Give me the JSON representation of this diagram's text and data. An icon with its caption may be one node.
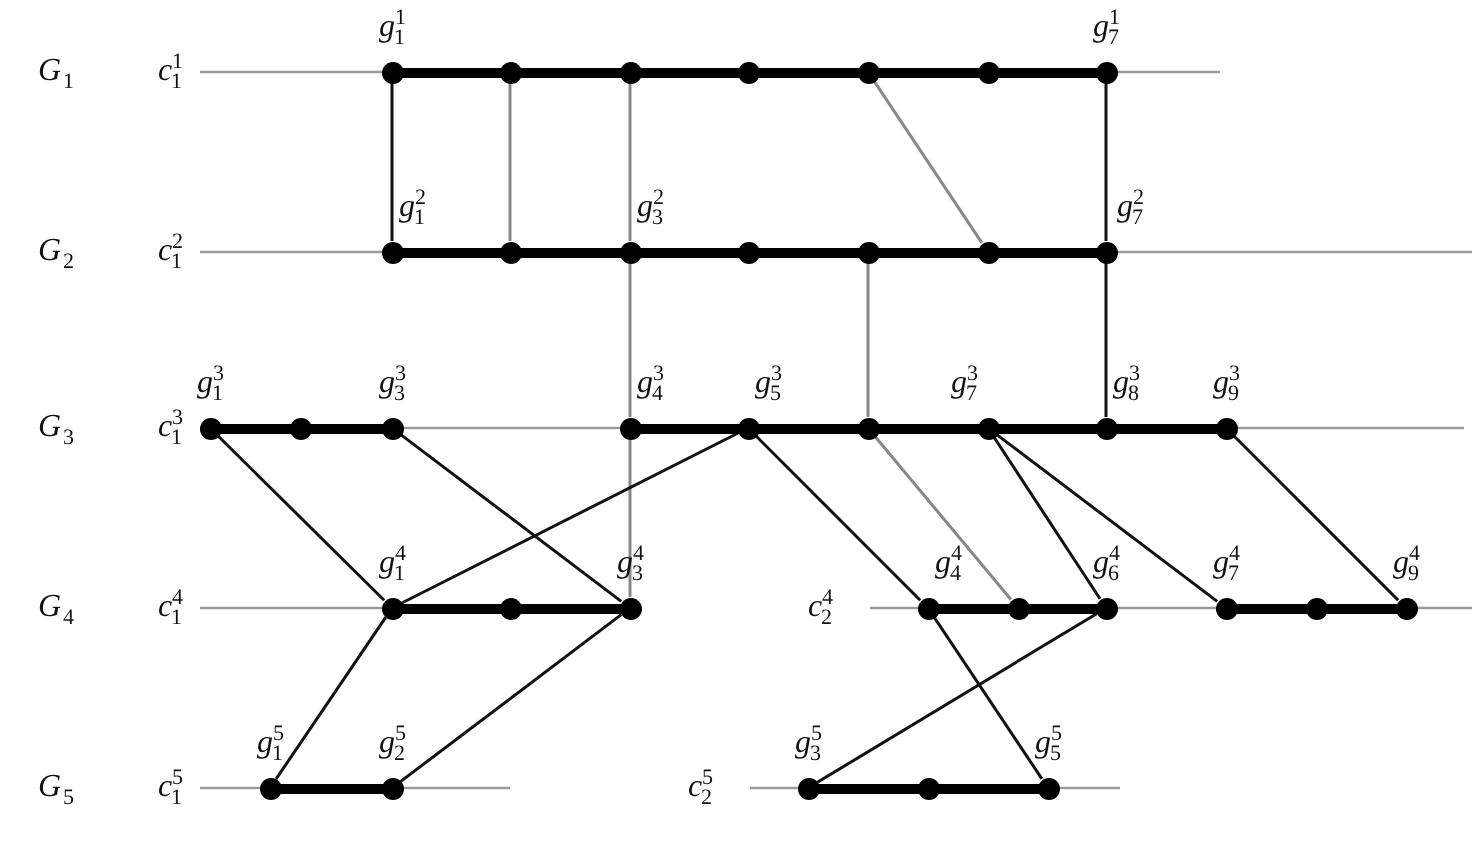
{
  "diagram": {
    "nodes": [
      {
        "text": [],
        "shape": "bar"
      },
      {
        "text": [
          "g$^{1}$$_{1}$"
        ],
        "in": 0
      },
      {
        "text": [],
        "shape": "circle",
        "in": 0
      },
      {
        "text": [],
        "shape": "circle",
        "in": 0
      },
      {
        "text": [],
        "shape": "circle",
        "in": 0
      },
      {
        "text": [],
        "shape": "circle",
        "in": 0
      },
      {
        "text": [],
        "shape": "circle",
        "in": 0
      },
      {
        "text": [
          "g$^{1}$$_{7}$"
        ],
        "in": 0
      },
      {
        "text": [],
        "shape": "bar"
      },
      {
        "text": [
          "g$^{2}$$_{1}$"
        ],
        "in": 8
      },
      {
        "text": [],
        "shape": "circle",
        "in": 8
      },
      {
        "text": [
          "g$^{2}$$_{3}$"
        ],
        "in": 8
      },
      {
        "text": [],
        "shape": "circle",
        "in": 8
      },
      {
        "text": [],
        "shape": "circle",
        "in": 8
      },
      {
        "text": [],
        "shape": "circle",
        "in": 8
      },
      {
        "text": [
          "g$^{2}$$_{7}$"
        ],
        "in": 8
      },
      {
        "text": [],
        "shape": "bar"
      },
      {
        "text": [
          "g$^{3}$$_{1}$"
        ],
        "in": 16
      },
      {
        "text": [],
        "shape": "circle",
        "in": 16
      },
      {
        "text": [
          "g$^{3}$$_{3}$"
        ],
        "in": 16
      },
      {
        "text": [],
        "shape": "bar"
      },
      {
        "text": [
          "g$^{3}$$_{4}$"
        ],
        "in": 20
      },
      {
        "text": [
          "g$^{3}$$_{5}$"
        ],
        "in": 20
      },
      {
        "text": [],
        "shape": "circle",
        "in": 20
      },
      {
        "text": [
          "g$^{3}$$_{7}$"
        ],
        "in": 20
      },
      {
        "text": [
          "g$^{3}$$_{8}$"
        ],
        "in": 20
      },
      {
        "text": [
          "g$^{3}$$_{9}$"
        ],
        "in": 20
      },
      {
        "text": [],
        "shape": "bar"
      },
      {
        "text": [
          "g$^{4}$$_{1}$"
        ],
        "in": 27
      },
      {
        "text": [],
        "shape": "circle",
        "in": 27
      },
      {
        "text": [
          "g$^{4}$$_{3}$"
        ],
        "in": 27
      },
      {
        "text": [],
        "shape": "bar"
      },
      {
        "text": [
          "g$^{4}$$_{4}$"
        ],
        "in": 31
      },
      {
        "text": [],
        "shape": "circle",
        "in": 31
      },
      {
        "text": [
          "g$^{4}$$_{6}$"
        ],
        "in": 31
      },
      {
        "text": [],
        "shape": "bar"
      },
      {
        "text": [
          "g$^{4}$$_{7}$"
        ],
        "in": 35
      },
      {
        "text": [],
        "shape": "circle",
        "in": 35
      },
      {
        "text": [
          "g$^{4}$$_{9}$"
        ],
        "in": 35
      },
      {
        "text": [],
        "shape": "bar"
      },
      {
        "text": [
          "g$^{5}$$_{1}$"
        ],
        "in": 39
      },
      {
        "text": [
          "g$^{5}$$_{2}$"
        ],
        "in": 39
      },
      {
        "text": [],
        "shape": "bar"
      },
      {
        "text": [
          "g$^{5}$$_{3}$"
        ],
        "in": 42
      },
      {
        "text": [],
        "shape": "circle",
        "in": 42
      },
      {
        "text": [
          "g$^{5}$$_{5}$"
        ],
        "in": 42
      }
    ],
    "edges": [
      {
        "from": 1,
        "to": 9,
        "arrow": "none"
      },
      {
        "from": 2,
        "to": 10,
        "arrow": "none",
        "color": "#888888"
      },
      {
        "from": 3,
        "to": 11,
        "arrow": "none",
        "color": "#888888"
      },
      {
        "from": 5,
        "to": 14,
        "arrow": "none",
        "color": "#888888"
      },
      {
        "from": 7,
        "to": 15,
        "arrow": "none"
      },
      {
        "from": 11,
        "to": 21,
        "arrow": "none",
        "color": "#888888"
      },
      {
        "from": 13,
        "to": 23,
        "arrow": "none",
        "color": "#888888"
      },
      {
        "from": 15,
        "to": 25,
        "arrow": "none"
      },
      {
        "from": 17,
        "to": 28,
        "arrow": "none"
      },
      {
        "from": 19,
        "to": 30,
        "arrow": "none"
      },
      {
        "from": 21,
        "to": 30,
        "arrow": "none",
        "color": "#888888"
      },
      {
        "from": 22,
        "to": 28,
        "arrow": "none"
      },
      {
        "from": 22,
        "to": 32,
        "arrow": "none"
      },
      {
        "from": 23,
        "to": 33,
        "arrow": "none",
        "color": "#888888"
      },
      {
        "from": 24,
        "to": 34,
        "arrow": "none"
      },
      {
        "from": 24,
        "to": 36,
        "arrow": "none"
      },
      {
        "from": 26,
        "to": 38,
        "arrow": "none"
      },
      {
        "from": 28,
        "to": 40,
        "arrow": "none"
      },
      {
        "from": 30,
        "to": 41,
        "arrow": "none"
      },
      {
        "from": 32,
        "to": 45,
        "arrow": "none"
      },
      {
        "from": 34,
        "to": 43,
        "arrow": "none"
      }
    ],
    "labels": [
      "G$_{1}$",
      "c$^{1}$$_{1}$",
      "G$_{2}$",
      "c$^{2}$$_{1}$",
      "G$_{3}$",
      "c$^{3}$$_{1}$",
      "G$_{4}$",
      "c$^{4}$$_{1}$",
      "c$^{4}$$_{2}$",
      "G$_{5}$",
      "c$^{5}$$_{1}$",
      "c$^{5}$$_{2}$"
    ]
  }
}
